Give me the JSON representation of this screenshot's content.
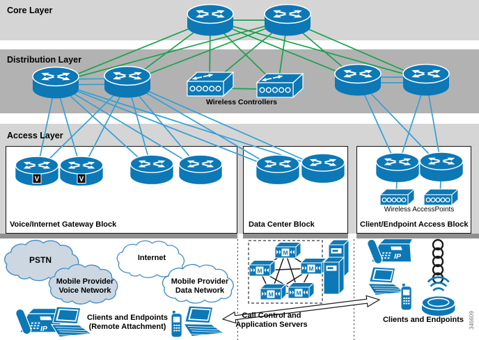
{
  "layers": {
    "core": "Core Layer",
    "distribution": "Distribution Layer",
    "access": "Access Layer"
  },
  "blocks": {
    "voice_gateway": "Voice/Internet Gateway Block",
    "data_center": "Data Center Block",
    "client_access": "Client/Endpoint Access Block"
  },
  "device_labels": {
    "wireless_controllers": "Wireless Controllers",
    "wireless_access_points": "Wireless AccessPoints"
  },
  "clouds": {
    "pstn": "PSTN",
    "internet": "Internet",
    "mobile_voice_line1": "Mobile Provider",
    "mobile_voice_line2": "Voice Network",
    "mobile_data_line1": "Mobile Provider",
    "mobile_data_line2": "Data Network"
  },
  "bottom_labels": {
    "clients_remote_line1": "Clients and Endpoints",
    "clients_remote_line2": "(Remote Attachment)",
    "call_control_line1": "Call Control and",
    "call_control_line2": "Application Servers",
    "clients_endpoints": "Clients and Endpoints"
  },
  "badges": {
    "voice_gateway": "V",
    "call_manager": "M",
    "ip_phone": "IP"
  },
  "figure_number": "346609",
  "colors": {
    "cisco_blue": "#0c78b6",
    "link_green": "#17a24e",
    "link_blue": "#33a0d4",
    "band_light": "#d5d5d5",
    "band_mid": "#b2b2b2",
    "block_shadow": "#909090",
    "cloud_fill_gray": "#ccd7e2",
    "cloud_stroke": "#3f8dc5"
  }
}
